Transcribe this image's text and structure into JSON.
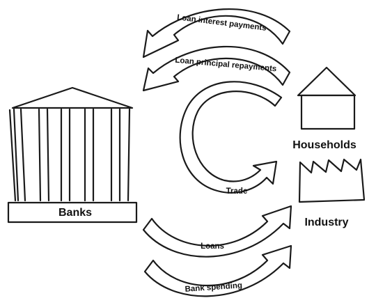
{
  "diagram": {
    "nodes": {
      "banks": {
        "label": "Banks",
        "icon": "bank-building-icon"
      },
      "households": {
        "label": "Households",
        "icon": "house-icon"
      },
      "industry": {
        "label": "Industry",
        "icon": "factory-icon"
      }
    },
    "flows": {
      "loan_interest": {
        "label": "Loan interest payments"
      },
      "loan_principal": {
        "label": "Loan principal repayments"
      },
      "trade": {
        "label": "Trade"
      },
      "loans": {
        "label": "Loans"
      },
      "bank_spending": {
        "label": "Bank spending"
      }
    }
  },
  "colors": {
    "ink": "#1a1a1a",
    "paper": "#ffffff"
  }
}
